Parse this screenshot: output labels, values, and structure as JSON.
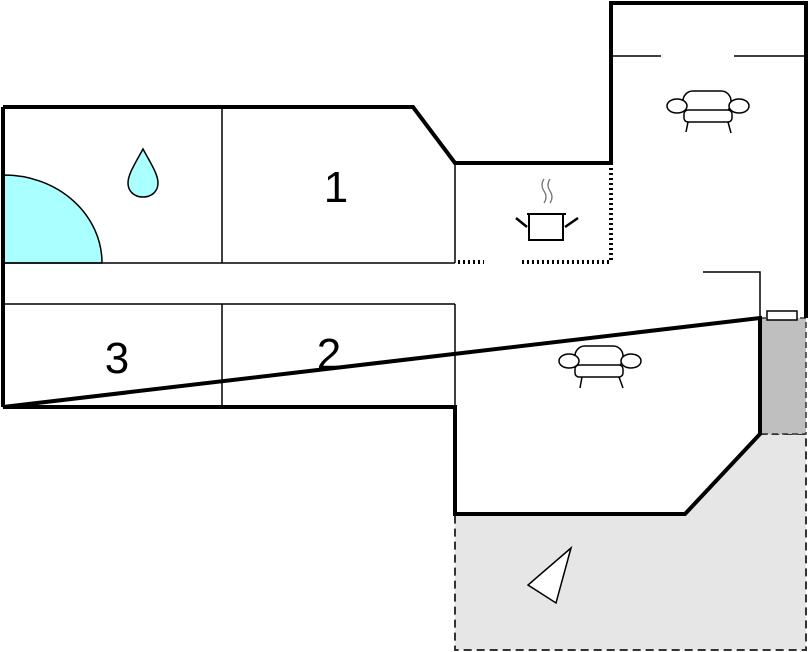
{
  "floorplan": {
    "rooms": [
      {
        "id": "bedroom-1",
        "label": "1"
      },
      {
        "id": "bedroom-2",
        "label": "2"
      },
      {
        "id": "bedroom-3",
        "label": "3"
      }
    ],
    "icons": [
      "water-drop-icon",
      "cooking-pot-icon",
      "sofa-icon",
      "sofa-icon",
      "terrace-pointer-icon"
    ],
    "colors": {
      "wall": "#000000",
      "water": "#aaffff",
      "terrace": "#e6e6e6",
      "stairs": "#bfbfbf"
    }
  }
}
